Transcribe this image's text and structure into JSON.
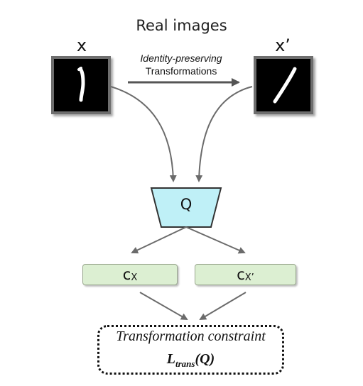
{
  "title": "Real images",
  "images": {
    "x_label": "x",
    "x_prime_label": "x’"
  },
  "transform": {
    "line1": "Identity-preserving",
    "line2": "Transformations"
  },
  "encoder": {
    "label": "Q",
    "fill": "#bff0f7"
  },
  "codes": {
    "c_x": {
      "base": "c",
      "sub": "X"
    },
    "c_x_prime": {
      "base": "c",
      "sub": "X’"
    }
  },
  "constraint": {
    "title": "Transformation constraint",
    "formula_base": "L",
    "formula_sub": "trans",
    "formula_arg": "(Q)"
  },
  "colors": {
    "arrow": "#6b6b6b",
    "code_fill": "#dcefd2"
  }
}
